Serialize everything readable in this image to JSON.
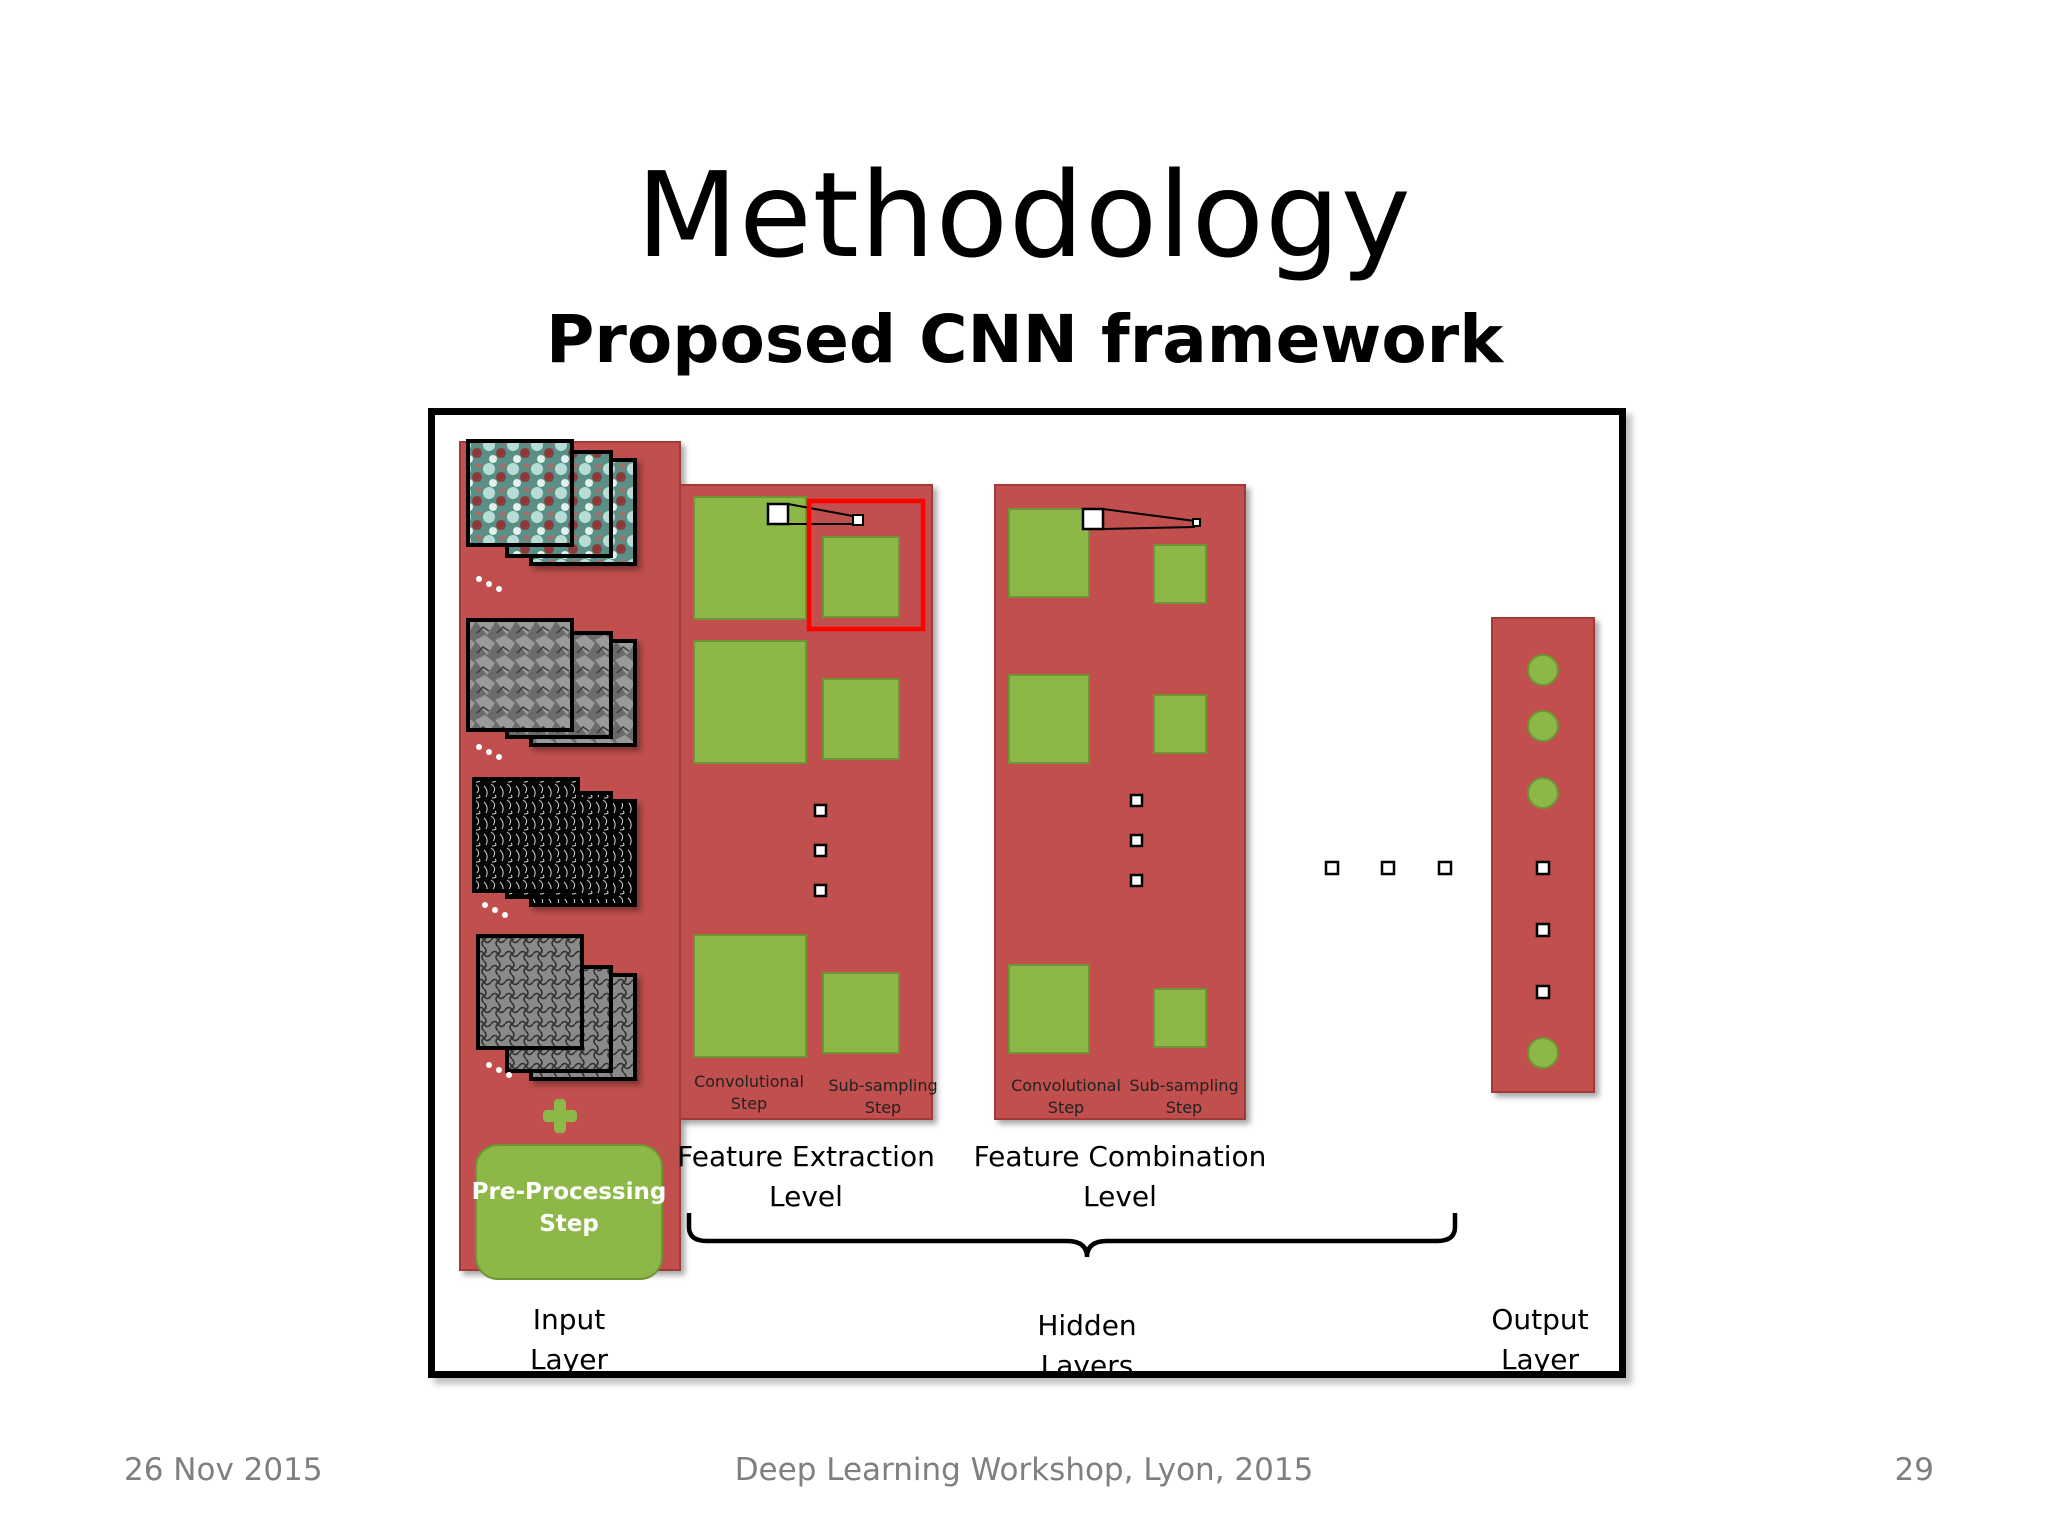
{
  "slide": {
    "title": "Methodology",
    "subtitle": "Proposed CNN framework"
  },
  "diagram": {
    "input_layer_label": [
      "Input",
      "Layer"
    ],
    "preprocessing_label": [
      "Pre-Processing",
      "Step"
    ],
    "convolutional_step": [
      "Convolutional",
      "Step"
    ],
    "subsampling_step": [
      "Sub-sampling",
      "Step"
    ],
    "feature_extraction_label": [
      "Feature Extraction",
      "Level"
    ],
    "feature_combination_label": [
      "Feature Combination",
      "Level"
    ],
    "hidden_layers_label": [
      "Hidden",
      "Layers"
    ],
    "output_layer_label": [
      "Output",
      "Layer"
    ],
    "colors": {
      "panel_red": "#c0504d",
      "feature_green": "#8db848",
      "highlight_red": "#ff0000",
      "frame_black": "#000000"
    }
  },
  "footer": {
    "date": "26 Nov 2015",
    "event": "Deep Learning Workshop, Lyon, 2015",
    "page": "29"
  }
}
